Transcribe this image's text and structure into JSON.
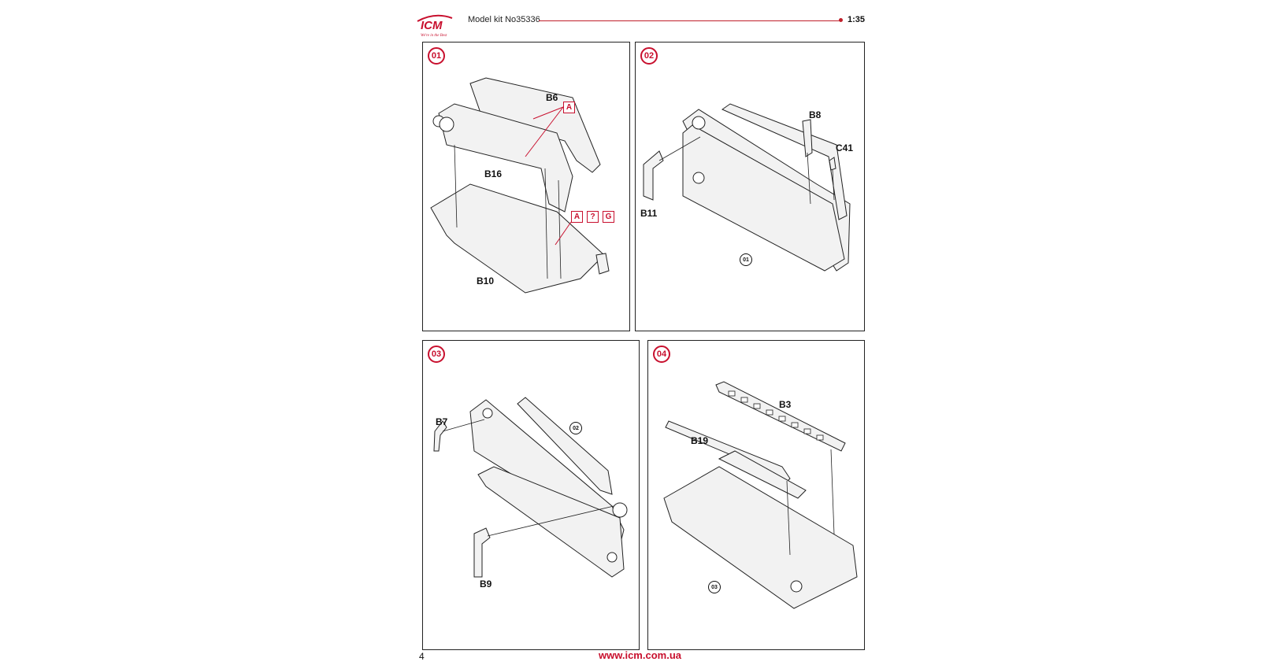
{
  "header": {
    "logo_text": "ICM",
    "logo_tagline": "We're in the Best",
    "model_label": "Model kit No35336",
    "scale": "1:35"
  },
  "steps": [
    {
      "number": "01",
      "parts": [
        "B6",
        "B16",
        "B10"
      ],
      "paint_codes": [
        "A",
        "A",
        "?",
        "G"
      ]
    },
    {
      "number": "02",
      "parts": [
        "B8",
        "C41",
        "B11"
      ],
      "ref": "01"
    },
    {
      "number": "03",
      "parts": [
        "B7",
        "B9"
      ],
      "ref": "02"
    },
    {
      "number": "04",
      "parts": [
        "B3",
        "B19"
      ],
      "ref": "03"
    }
  ],
  "footer": {
    "page_number": "4",
    "website": "www.icm.com.ua"
  },
  "colors": {
    "accent_red": "#c8102e",
    "line": "#222222",
    "fill": "#f2f2f2"
  }
}
